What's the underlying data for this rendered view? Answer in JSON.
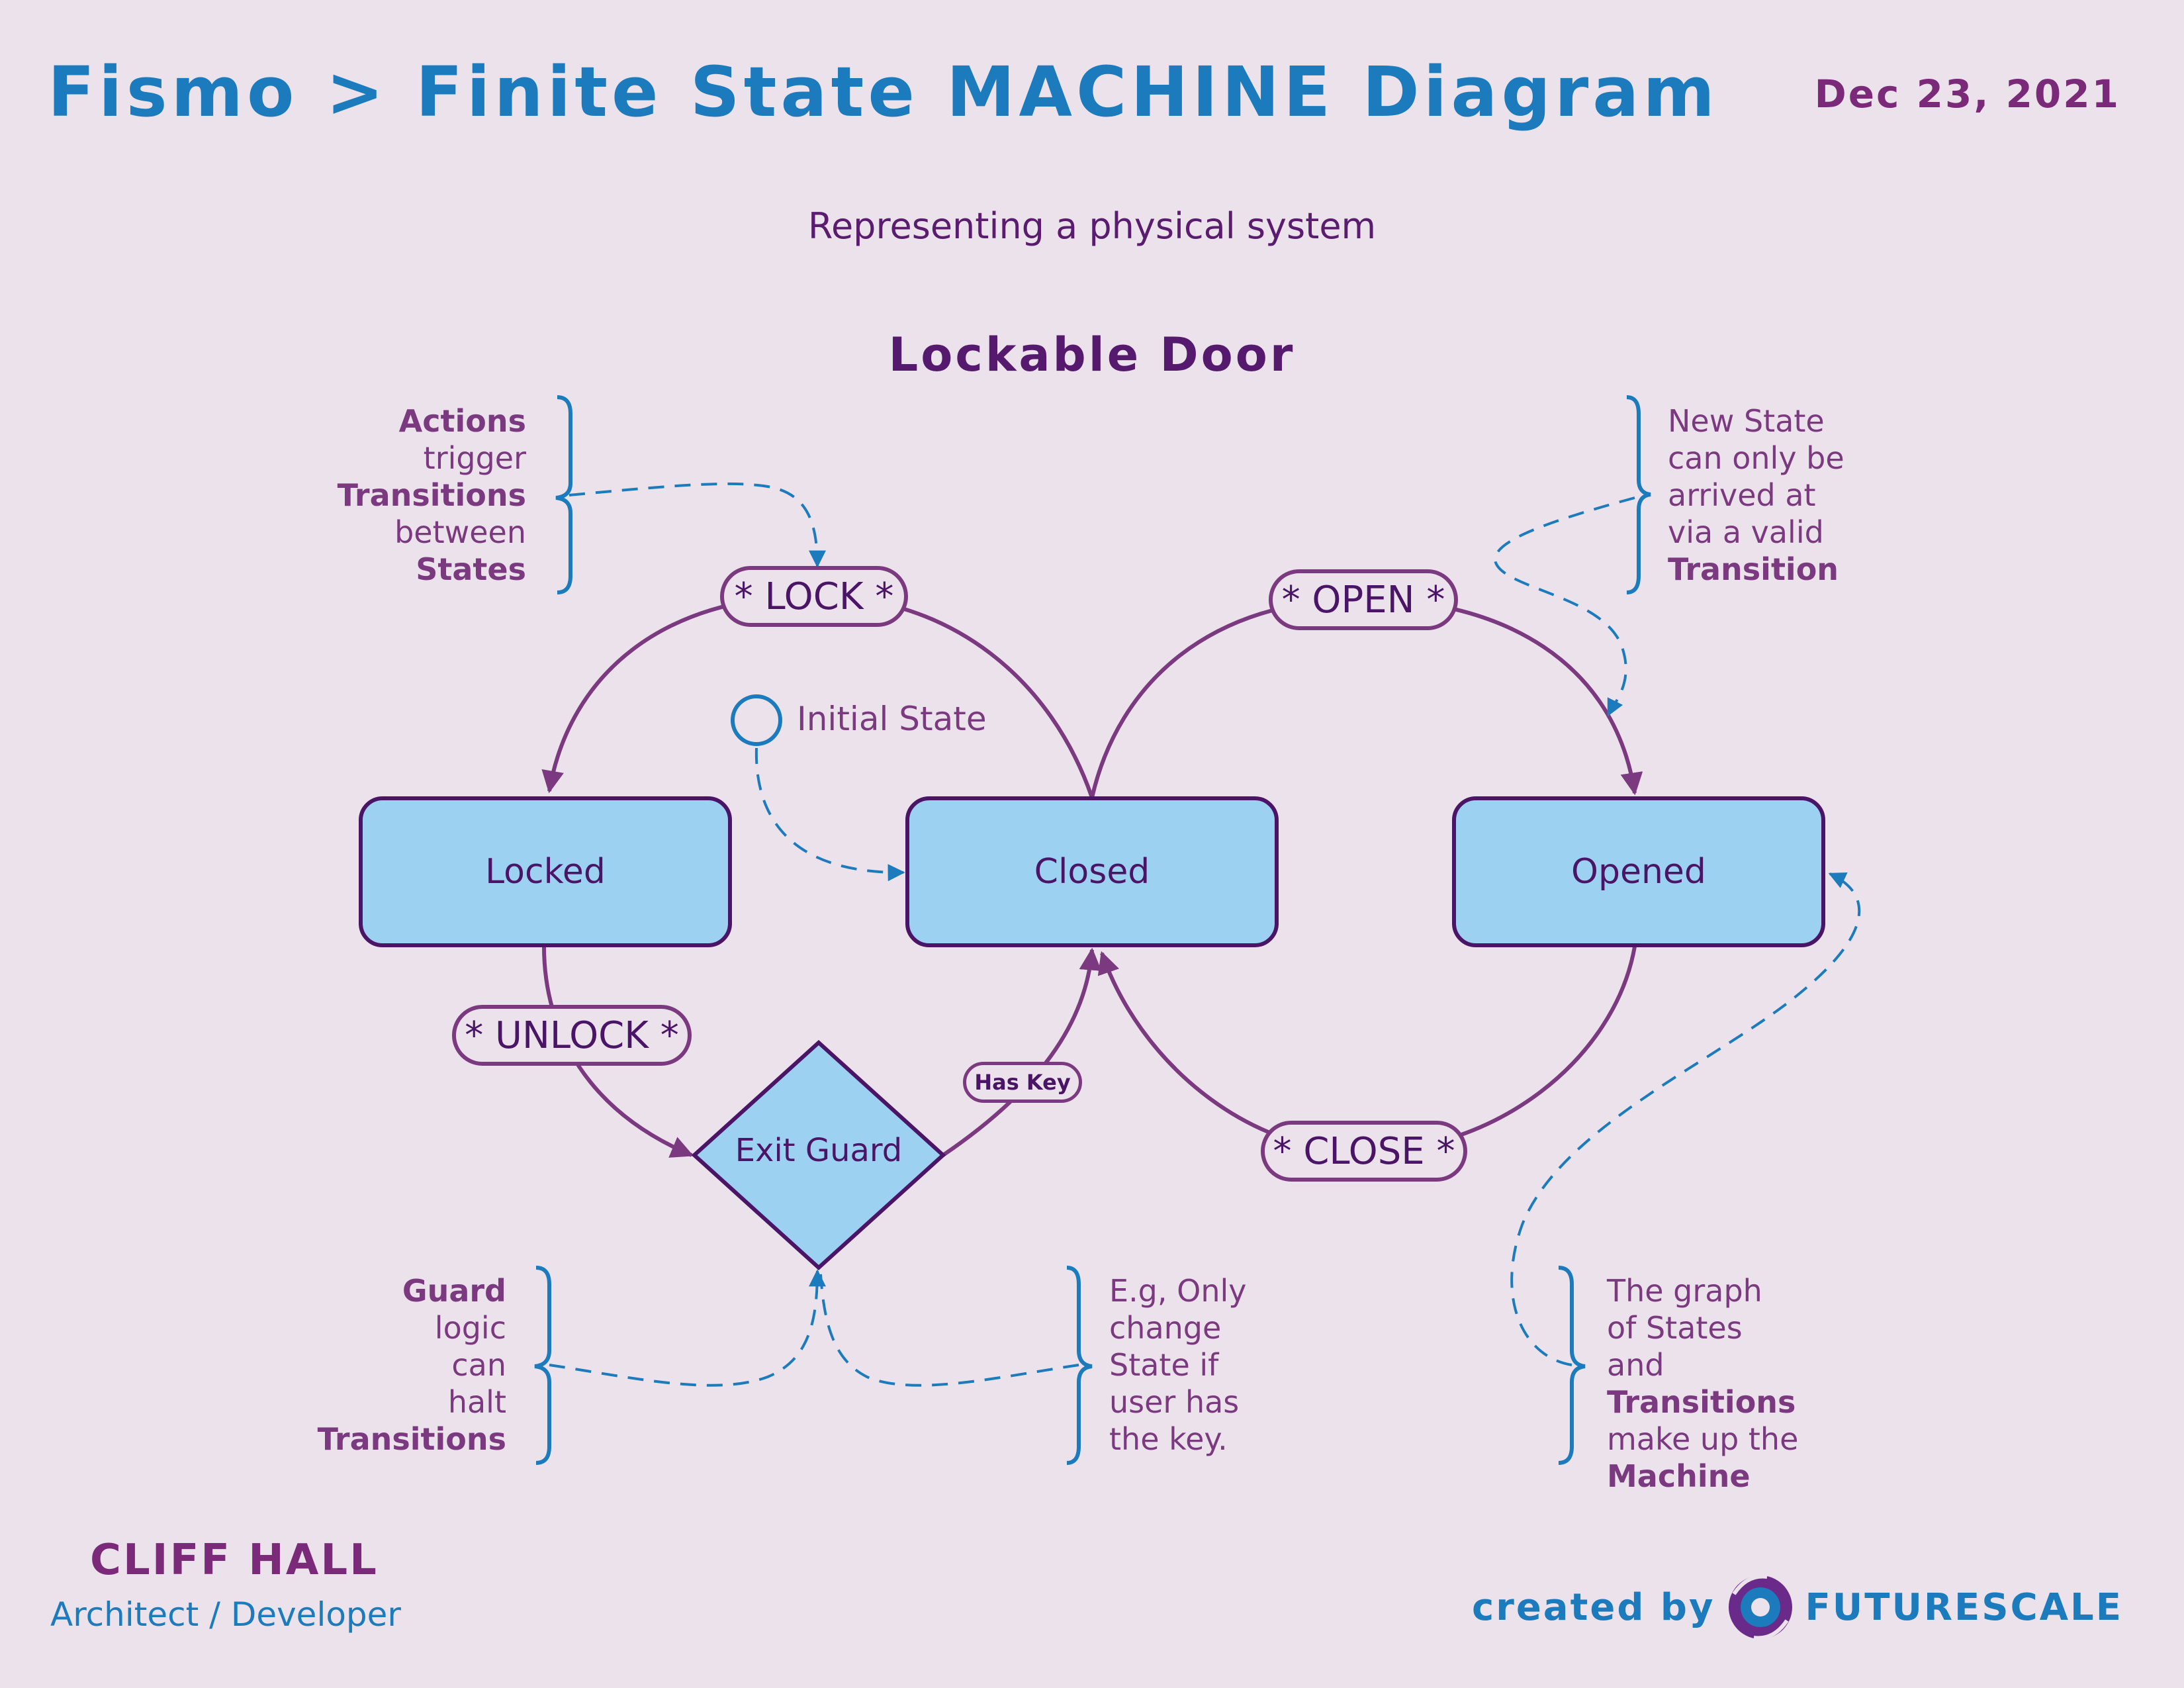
{
  "header": {
    "title": "Fismo > Finite State MACHINE Diagram",
    "date": "Dec 23, 2021"
  },
  "subtitle": "Representing a physical system",
  "diagram_title": "Lockable Door",
  "states": {
    "locked": "Locked",
    "closed": "Closed",
    "opened": "Opened"
  },
  "guard": "Exit Guard",
  "transitions": {
    "lock": "* LOCK *",
    "open": "* OPEN *",
    "unlock": "* UNLOCK *",
    "close": "* CLOSE *",
    "has_key": "Has Key"
  },
  "initial_state_label": "Initial State",
  "notes": {
    "actions": [
      "Actions",
      "trigger",
      "Transitions",
      "between",
      "States"
    ],
    "new_state": [
      "New State",
      "can only be",
      "arrived at",
      "via a valid",
      "Transition"
    ],
    "guard": [
      "Guard",
      "logic",
      "can",
      "halt",
      "Transitions"
    ],
    "example": [
      "E.g, Only",
      "change",
      "State if",
      "user has",
      "the key."
    ],
    "graph": [
      "The graph",
      "of States",
      "and",
      "Transitions",
      "make up the",
      "Machine"
    ]
  },
  "footer": {
    "author": "CLIFF HALL",
    "role": "Architect / Developer",
    "credit_prefix": "created by",
    "company": "FUTURESCALE"
  },
  "colors": {
    "background": "#ece2ec",
    "title_blue": "#1b7bbd",
    "purple": "#7b3a80",
    "dark_purple": "#4a1566",
    "state_fill": "#9dd1f2"
  }
}
